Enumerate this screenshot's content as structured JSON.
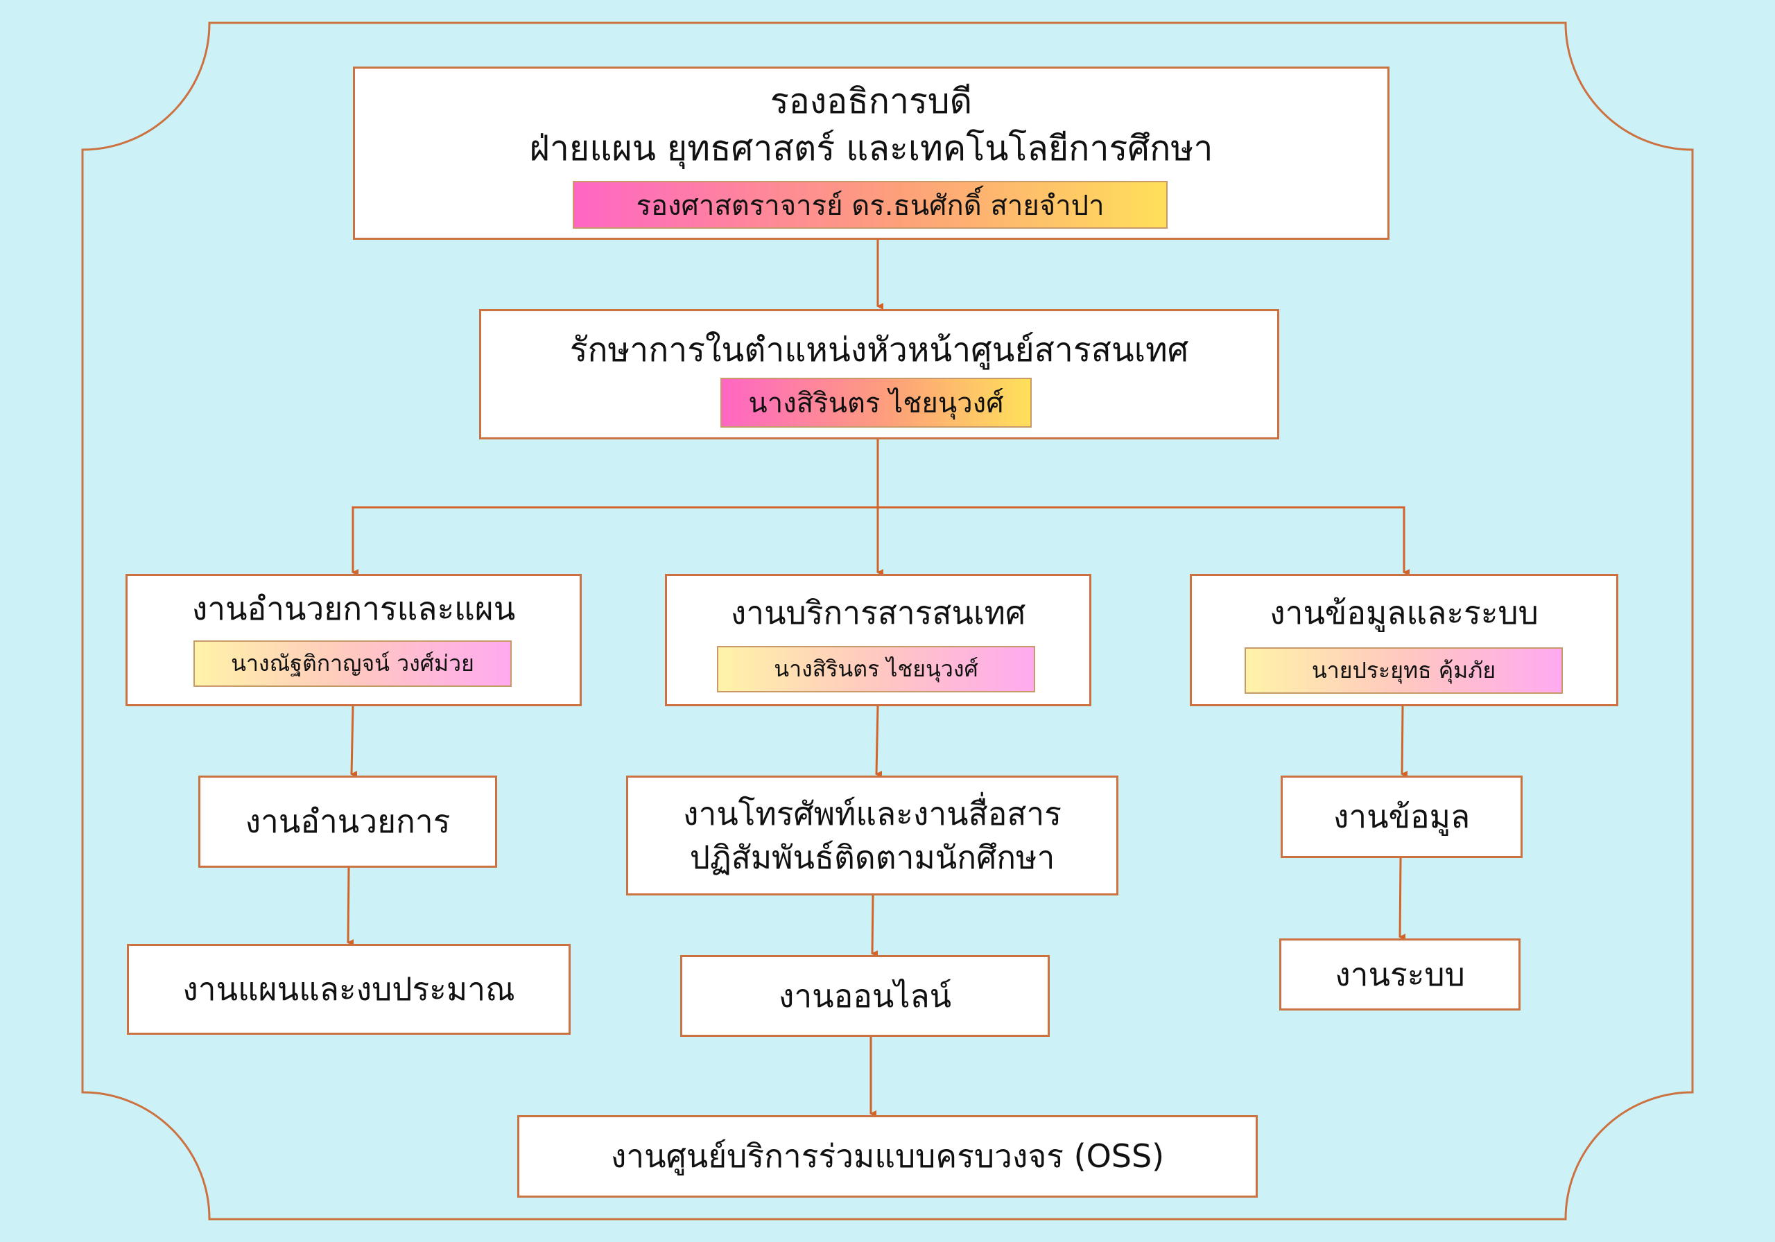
{
  "colors": {
    "background": "#ccf1f7",
    "line": "#d2642a",
    "box_border": "#cc7140"
  },
  "top": {
    "title_line1": "รองอธิการบดี",
    "title_line2": "ฝ่ายแผน ยุทธศาสตร์ และเทคโนโลยีการศึกษา",
    "name": "รองศาสตราจารย์ ดร.ธนศักดิ์  สายจำปา"
  },
  "head": {
    "title": "รักษาการในตำแหน่งหัวหน้าศูนย์สารสนเทศ",
    "name": "นางสิรินตร  ไชยนุวงศ์"
  },
  "divisions": [
    {
      "title": "งานอำนวยการและแผน",
      "name": "นางณัฐติกาญจน์  วงศ์ม่วย"
    },
    {
      "title": "งานบริการสารสนเทศ",
      "name": "นางสิรินตร  ไชยนุวงศ์"
    },
    {
      "title": "งานข้อมูลและระบบ",
      "name": "นายประยุทธ  คุ้มภัย"
    }
  ],
  "units": {
    "admin": "งานอำนวยการ",
    "plan_budget": "งานแผนและงบประมาณ",
    "phone_line1": "งานโทรศัพท์และงานสื่อสาร",
    "phone_line2": "ปฏิสัมพันธ์ติดตามนักศึกษา",
    "online": "งานออนไลน์",
    "oss": "งานศูนย์บริการร่วมแบบครบวงจร (OSS)",
    "data": "งานข้อมูล",
    "system": "งานระบบ"
  }
}
